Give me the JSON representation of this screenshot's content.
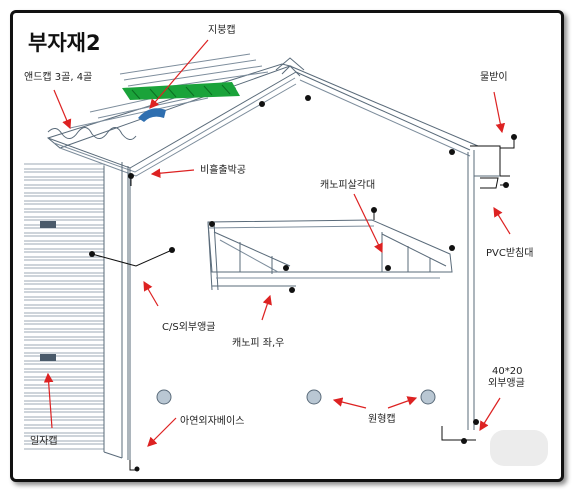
{
  "title": "부자재2",
  "labels": {
    "ridge_cap": "지붕캡",
    "end_cap": "앤드캡 3골, 4골",
    "gutter": "물받이",
    "flashing": "비흘출박공",
    "canopy_angle": "캐노피살각대",
    "pvc_bracket": "PVC받침대",
    "cs_angle": "C/S외부앵글",
    "canopy_side": "캐노피 좌,우",
    "angle_40x20": "40*20",
    "angle_40x20_line2": "외부앵글",
    "zinc_base": "아연외자베이스",
    "round_cap": "원형캡",
    "flat_cap": "일자캡"
  },
  "colors": {
    "frame": "#111111",
    "line": "#5a6b7a",
    "arrow": "#dd2222",
    "ridge_green": "#1aa33a",
    "ridge_blue": "#2f6fb0",
    "cap_fill": "#b9c7d3"
  }
}
